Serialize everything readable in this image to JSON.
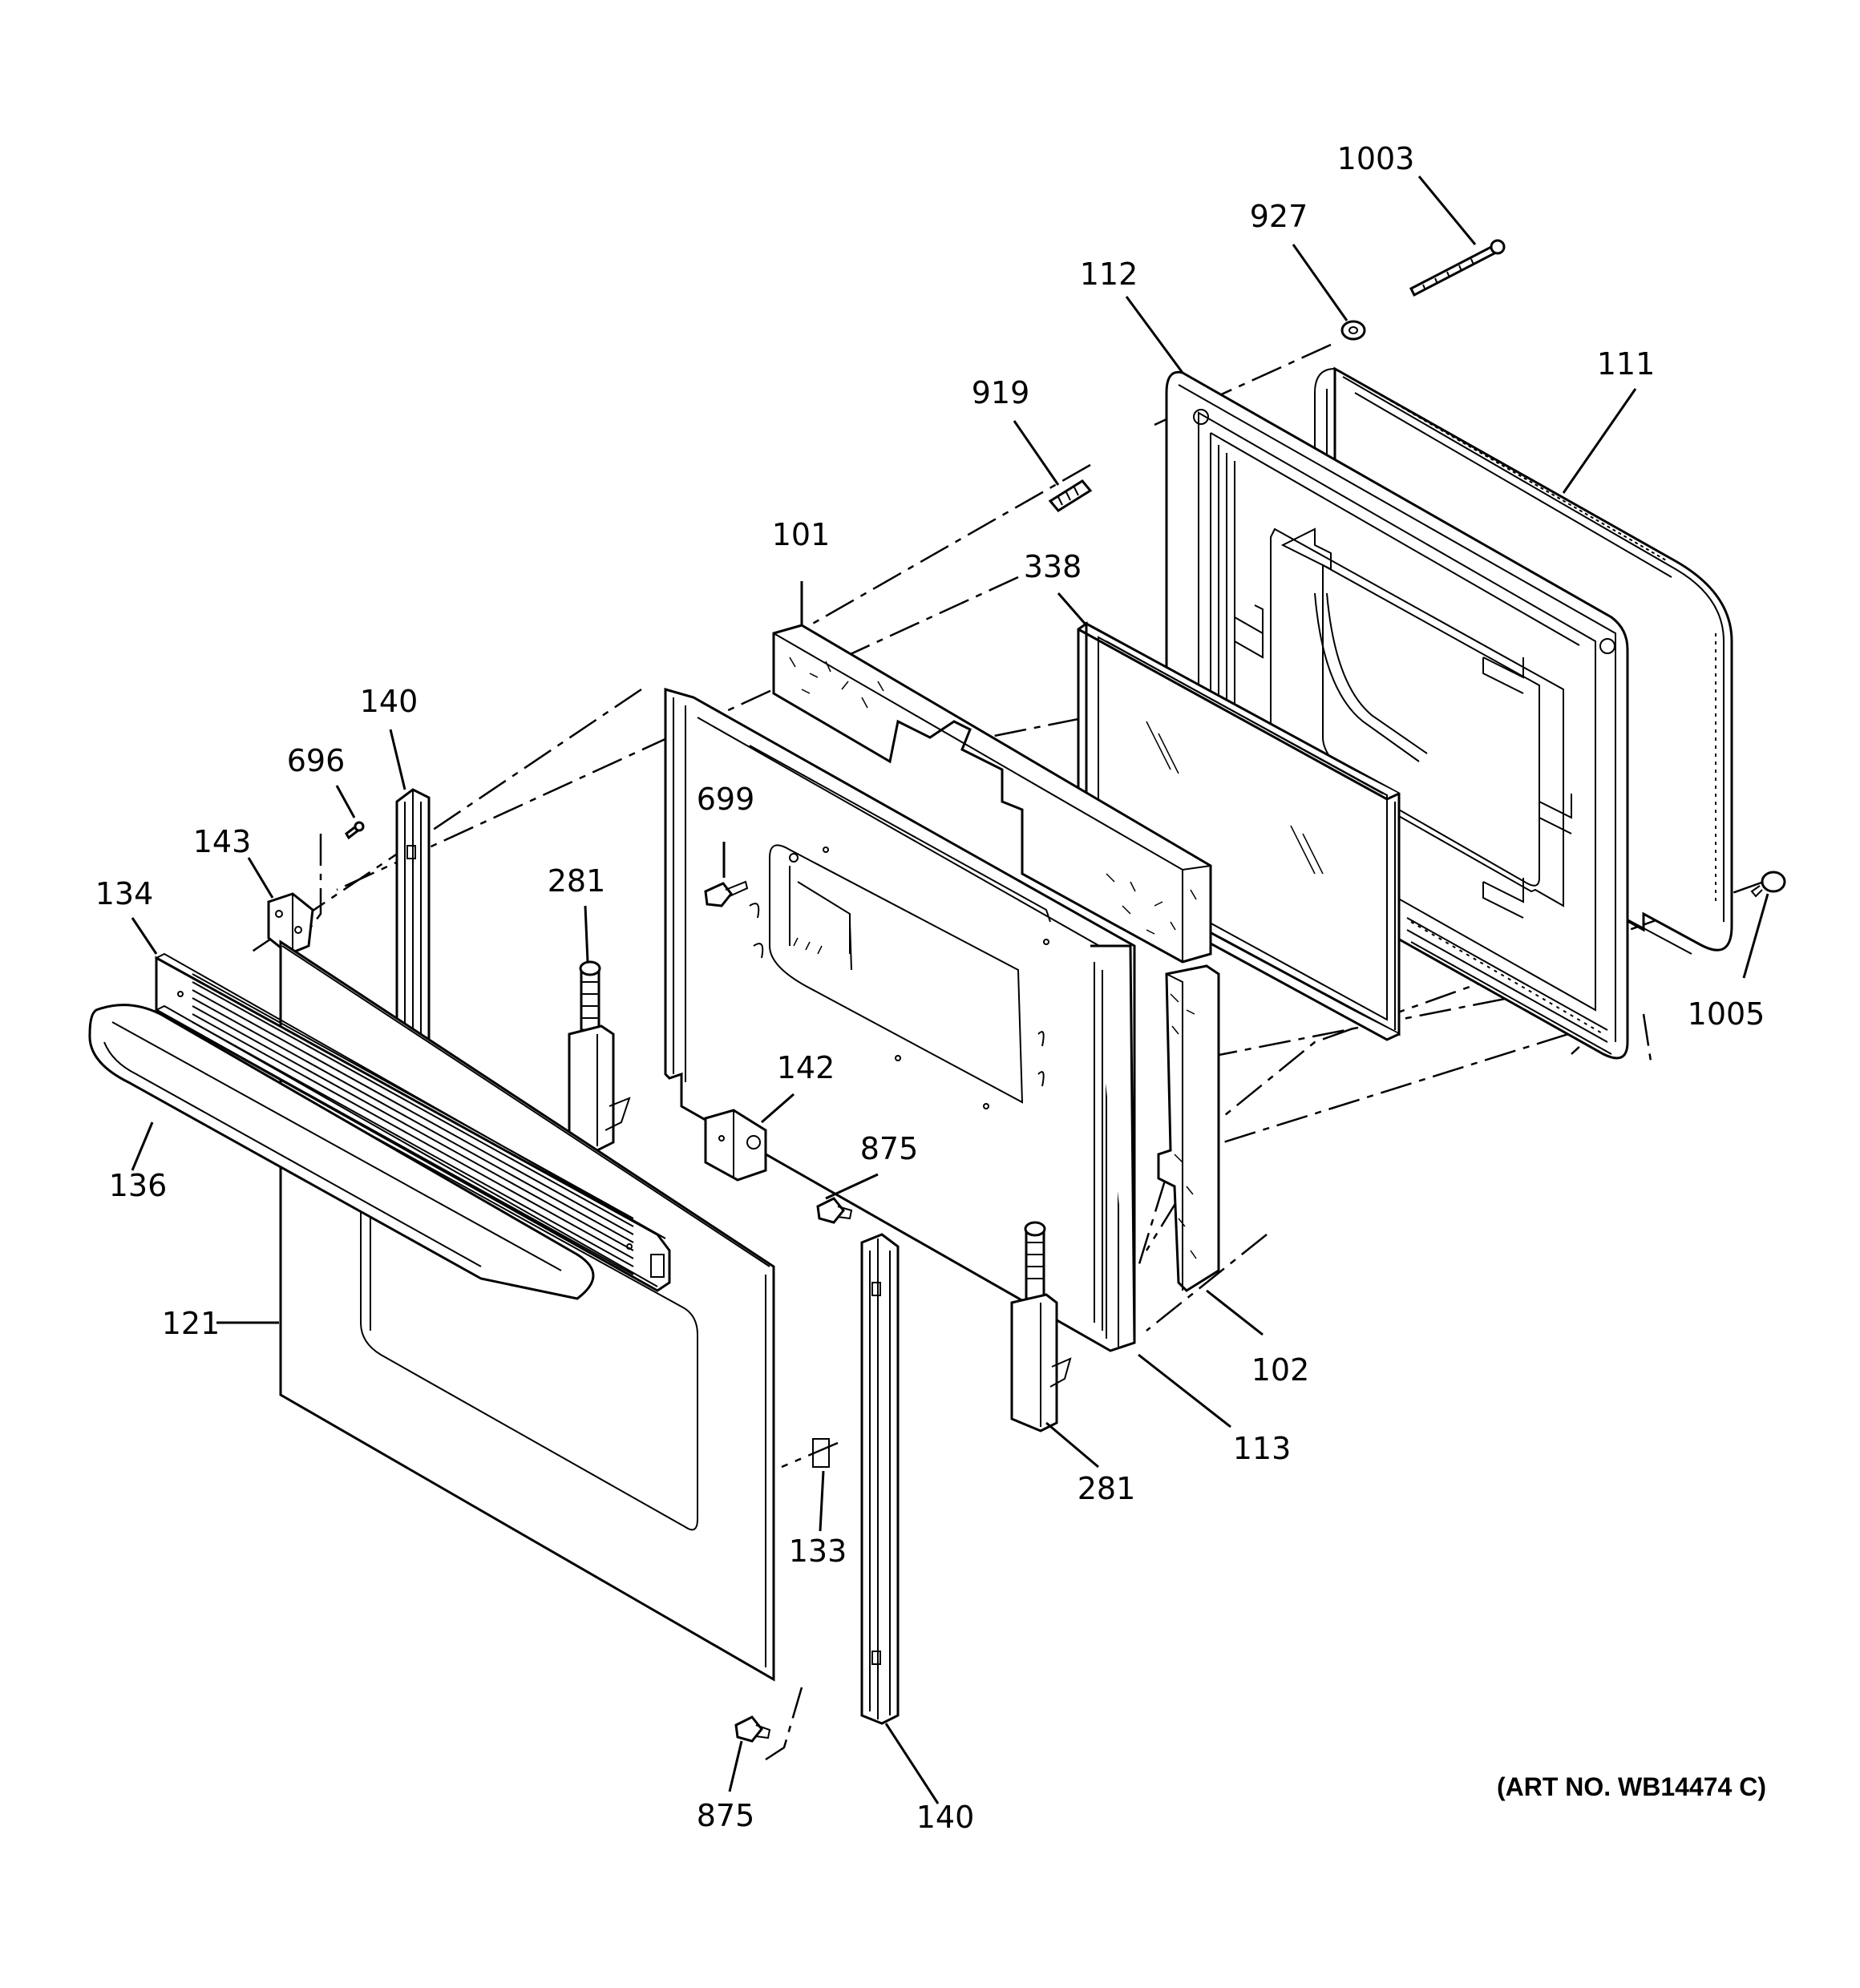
{
  "diagram": {
    "art_number": "(ART NO. WB14474 C)",
    "callouts": {
      "c1003": "1003",
      "c927": "927",
      "c112": "112",
      "c111": "111",
      "c919": "919",
      "c101": "101",
      "c338": "338",
      "c140_top": "140",
      "c696": "696",
      "c699": "699",
      "c143": "143",
      "c281_left": "281",
      "c134": "134",
      "c1005": "1005",
      "c142": "142",
      "c875_mid": "875",
      "c136": "136",
      "c121": "121",
      "c102": "102",
      "c113": "113",
      "c281_right": "281",
      "c133": "133",
      "c875_bottom": "875",
      "c140_bottom": "140"
    }
  }
}
